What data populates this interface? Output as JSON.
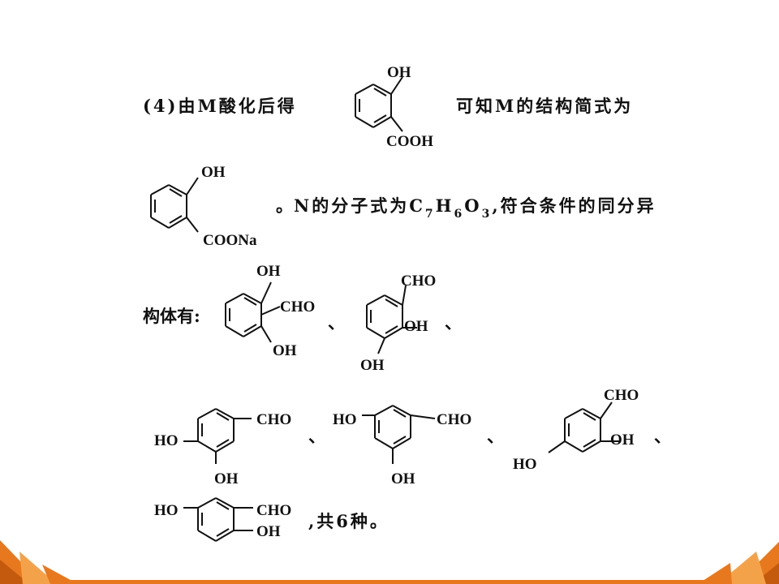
{
  "text": {
    "line1_a": "(4)由M酸化后得",
    "line1_b": "可知M的结构简式为",
    "line2_dot": "。",
    "line2_n": "N的分子式为",
    "formula": {
      "c": "C",
      "c_sub": "7",
      "h": "H",
      "h_sub": "6",
      "o": "O",
      "o_sub": "3"
    },
    "line2_rest": ",符合条件的同分异",
    "line3": "构体有:",
    "sep": "、",
    "ending": ",共6种。"
  },
  "labels": {
    "oh": "OH",
    "cooh": "COOH",
    "coona": "COONa",
    "cho": "CHO",
    "ho": "HO"
  },
  "colors": {
    "accent_orange": "#e8781e",
    "accent_dark": "#c45a0e",
    "accent_light": "#f4a24a"
  }
}
